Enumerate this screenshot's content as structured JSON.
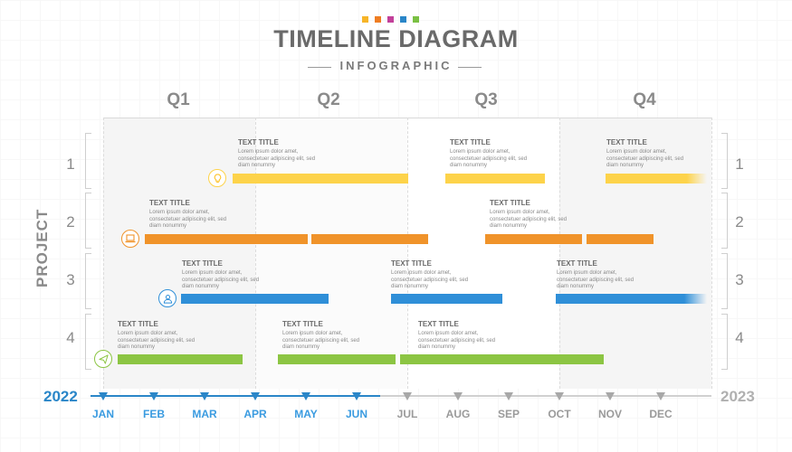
{
  "header": {
    "title": "TIMELINE DIAGRAM",
    "subtitle": "INFOGRAPHIC",
    "dot_colors": [
      "#f7b529",
      "#ef7d22",
      "#c2409a",
      "#2a86c8",
      "#7ac043"
    ]
  },
  "quarters": [
    "Q1",
    "Q2",
    "Q3",
    "Q4"
  ],
  "axis_label": "PROJECT",
  "rows": [
    {
      "label": "1",
      "color": "#fdd34a",
      "icon": "lightbulb-icon",
      "label_right": "1",
      "notes": [
        {
          "title": "TEXT TITLE",
          "body": "Lorem ipsum dolor amet, consectetuer adipiscing elit, sed diam nonummy"
        },
        {
          "title": "TEXT TITLE",
          "body": "Lorem ipsum dolor amet, consectetuer adipiscing elit, sed diam nonummy"
        },
        {
          "title": "TEXT TITLE",
          "body": "Lorem ipsum dolor amet, consectetuer adipiscing elit, sed diam nonummy"
        }
      ]
    },
    {
      "label": "2",
      "color": "#f0932a",
      "icon": "laptop-icon",
      "label_right": "2",
      "notes": [
        {
          "title": "TEXT TITLE",
          "body": "Lorem ipsum dolor amet, consectetuer adipiscing elit, sed diam nonummy"
        },
        {
          "title": "TEXT TITLE",
          "body": "Lorem ipsum dolor amet, consectetuer adipiscing elit, sed diam nonummy"
        }
      ]
    },
    {
      "label": "3",
      "color": "#2f8fd8",
      "icon": "user-icon",
      "label_right": "3",
      "notes": [
        {
          "title": "TEXT TITLE",
          "body": "Lorem ipsum dolor amet, consectetuer adipiscing elit, sed diam nonummy"
        },
        {
          "title": "TEXT TITLE",
          "body": "Lorem ipsum dolor amet, consectetuer adipiscing elit, sed diam nonummy"
        },
        {
          "title": "TEXT TITLE",
          "body": "Lorem ipsum dolor amet, consectetuer adipiscing elit, sed diam nonummy"
        }
      ]
    },
    {
      "label": "4",
      "color": "#8cc543",
      "icon": "paper-plane-icon",
      "label_right": "4",
      "notes": [
        {
          "title": "TEXT TITLE",
          "body": "Lorem ipsum dolor amet, consectetuer adipiscing elit, sed diam nonummy"
        },
        {
          "title": "TEXT TITLE",
          "body": "Lorem ipsum dolor amet, consectetuer adipiscing elit, sed diam nonummy"
        },
        {
          "title": "TEXT TITLE",
          "body": "Lorem ipsum dolor amet, consectetuer adipiscing elit, sed diam nonummy"
        }
      ]
    }
  ],
  "timeline": {
    "year_start": "2022",
    "year_end": "2023",
    "months": [
      "JAN",
      "FEB",
      "MAR",
      "APR",
      "MAY",
      "JUN",
      "JUL",
      "AUG",
      "SEP",
      "OCT",
      "NOV",
      "DEC"
    ],
    "active_color": "#2a86c8",
    "inactive_color": "#a8a8a8"
  }
}
